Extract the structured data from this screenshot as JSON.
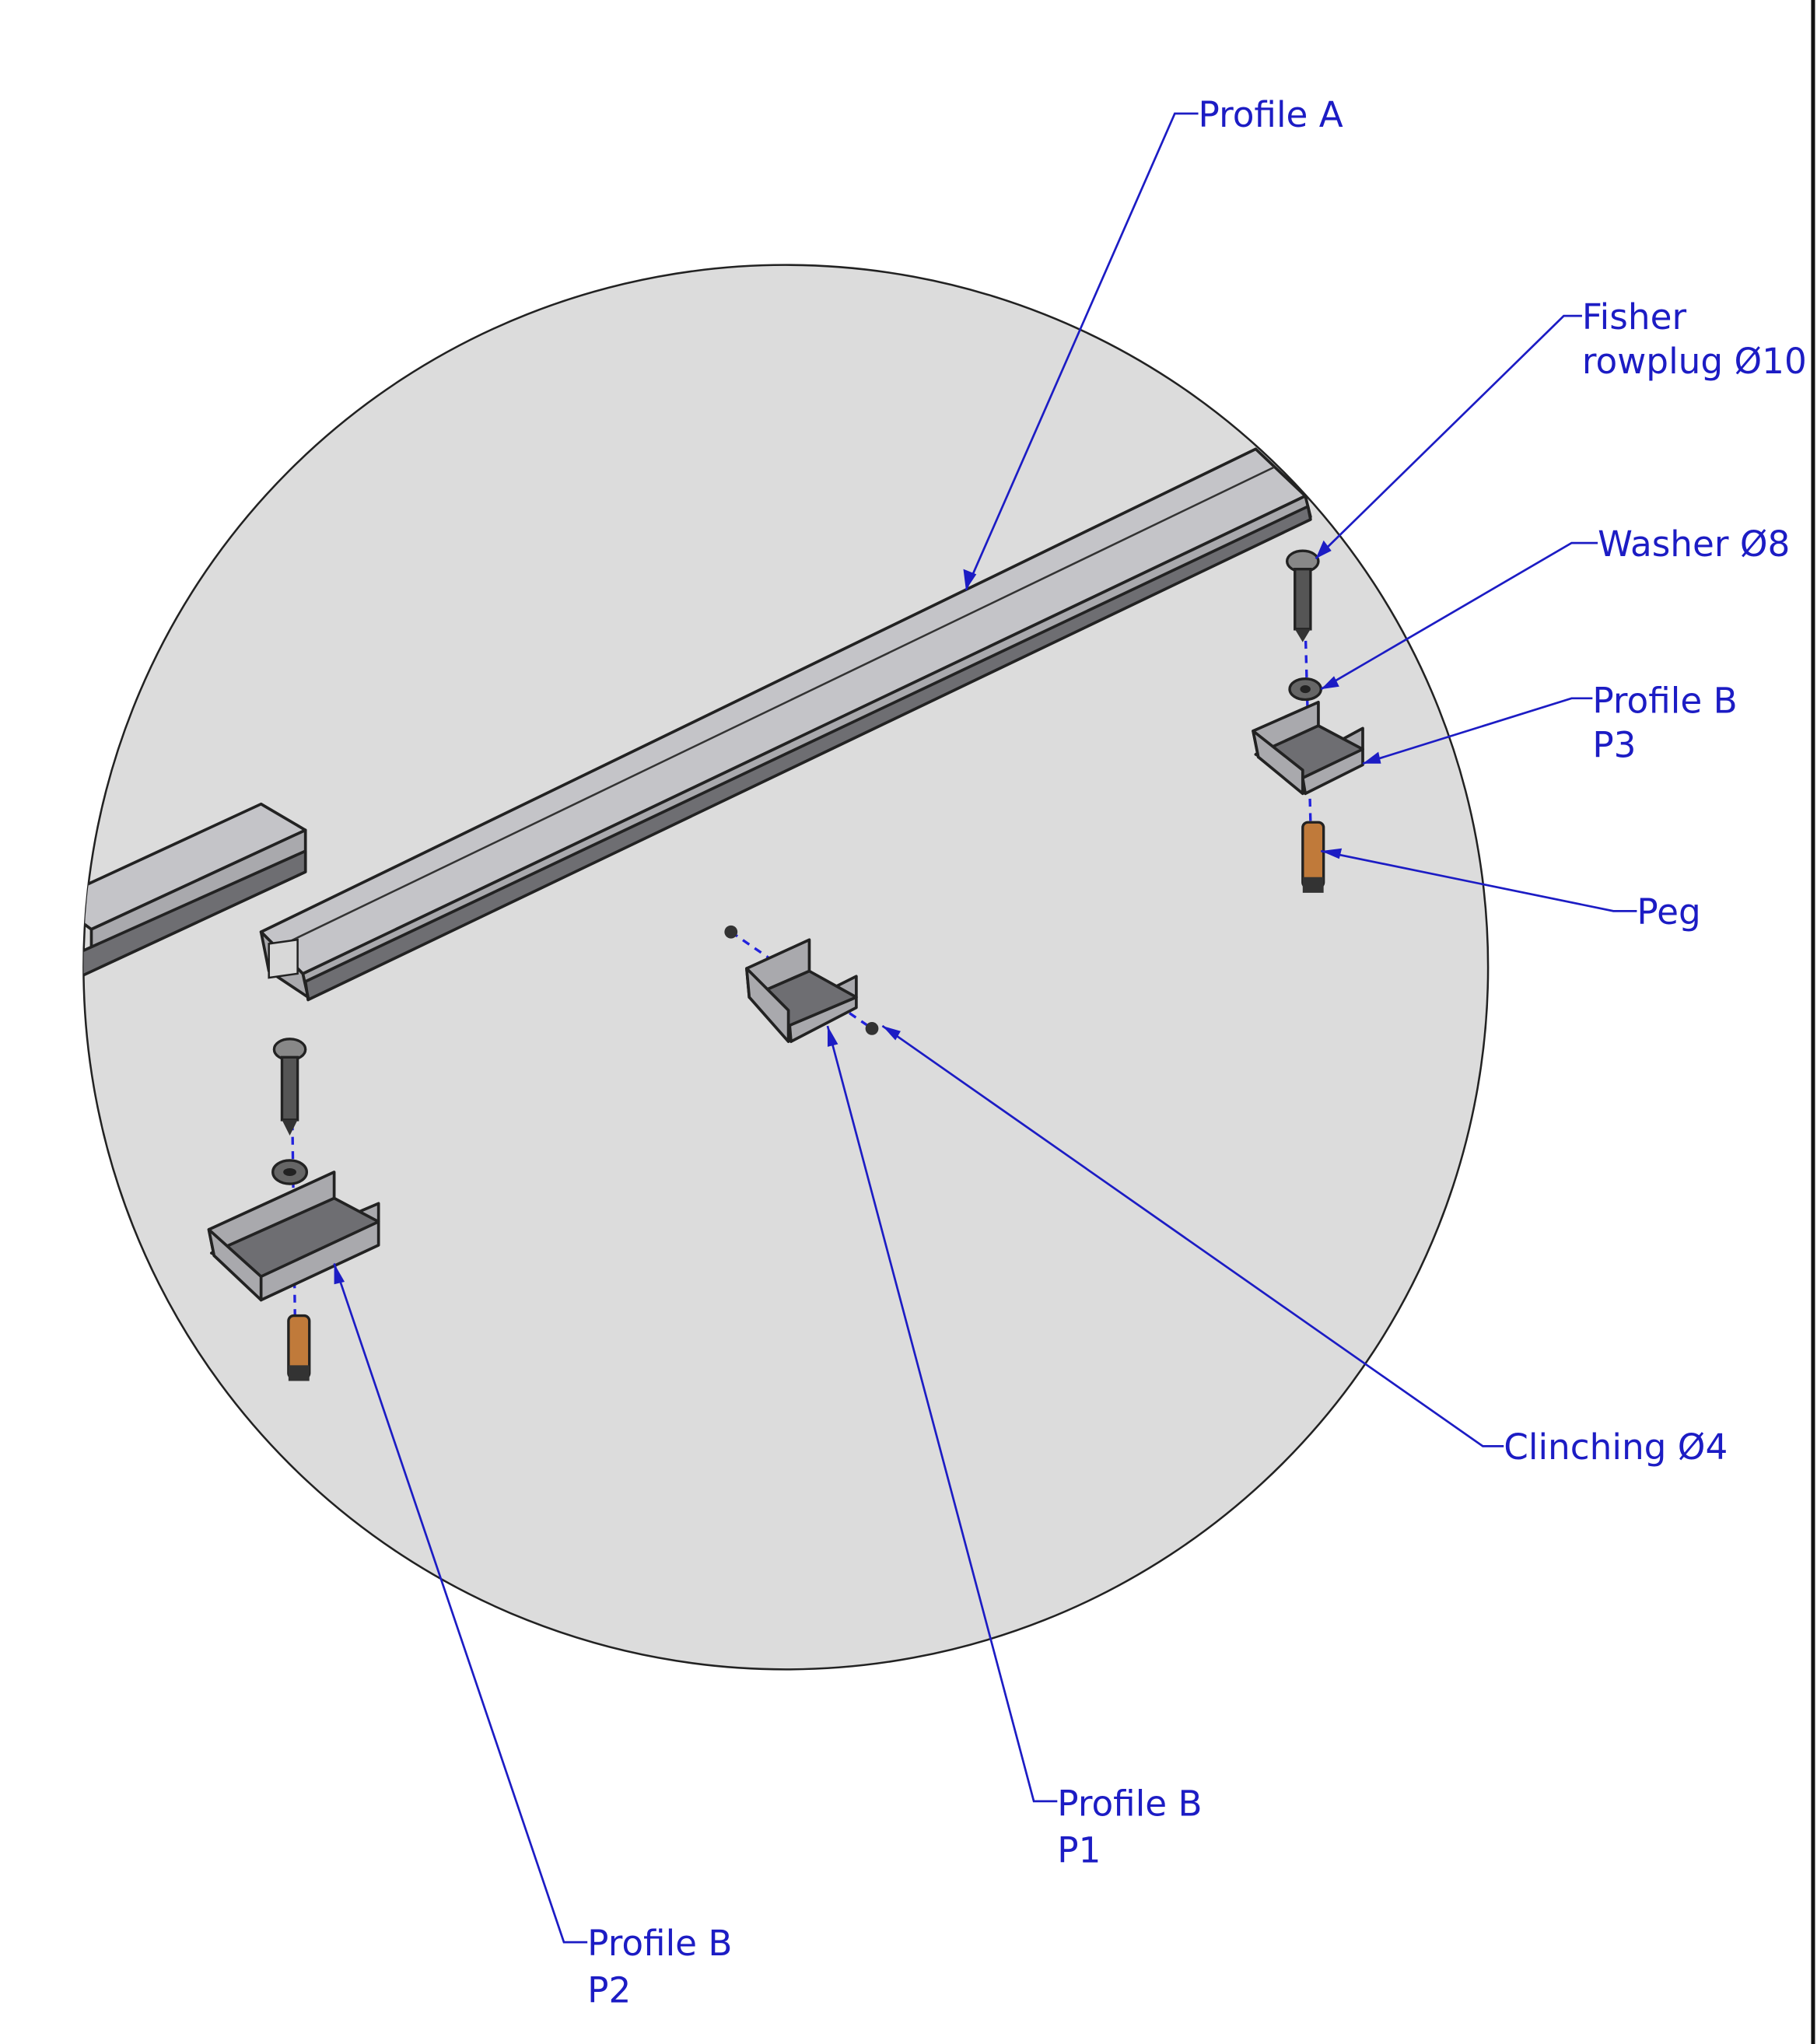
{
  "labels": {
    "profile_a": "Profile A",
    "fisher_line1": "Fisher",
    "fisher_line2": "rowplug Ø10",
    "washer": "Washer Ø8",
    "profile_b_p3_line1": "Profile B",
    "profile_b_p3_line2": "P3",
    "peg": "Peg",
    "clinching": "Clinching Ø4",
    "profile_b_p1_line1": "Profile B",
    "profile_b_p1_line2": "P1",
    "profile_b_p2_line1": "Profile B",
    "profile_b_p2_line2": "P2"
  },
  "colors": {
    "leader": "#1c1cc4",
    "detail_circle": "#dcdcdc",
    "peg": "#c07a3a"
  }
}
